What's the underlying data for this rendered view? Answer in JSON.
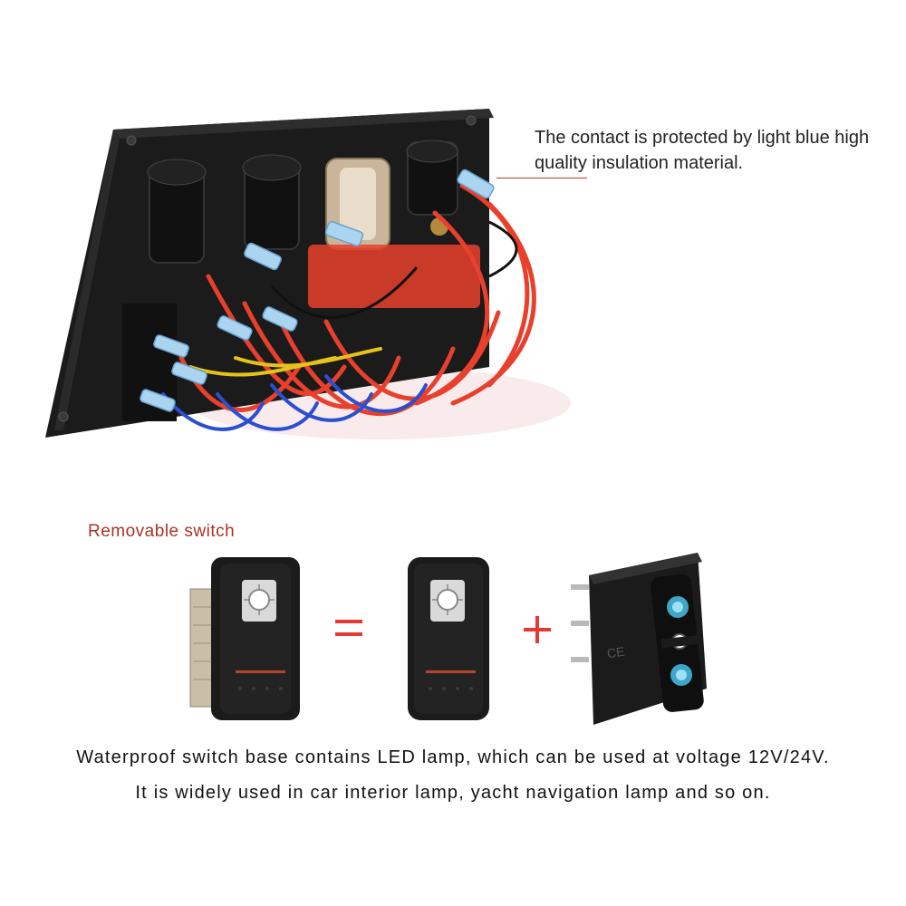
{
  "callout": {
    "text": "The contact is protected by light blue high quality insulation material."
  },
  "removable_label": "Removable switch",
  "operators": {
    "equals": "=",
    "plus": "+"
  },
  "captions": {
    "line1": "Waterproof switch base contains LED lamp, which can be used at voltage 12V/24V.",
    "line2": "It is widely used in car interior lamp, yacht navigation lamp and so on."
  },
  "colors": {
    "accent_red": "#a93226",
    "operator_red": "#e53935",
    "wire_red": "#e8402c",
    "wire_blue": "#2a4fd1",
    "wire_yellow": "#e6c21a",
    "terminal_blue": "#aad4f0",
    "panel_black": "#1b1b1b"
  },
  "icons": {
    "switch_symbol": "light-bulb-icon",
    "ce_mark": "ce-mark-icon"
  }
}
